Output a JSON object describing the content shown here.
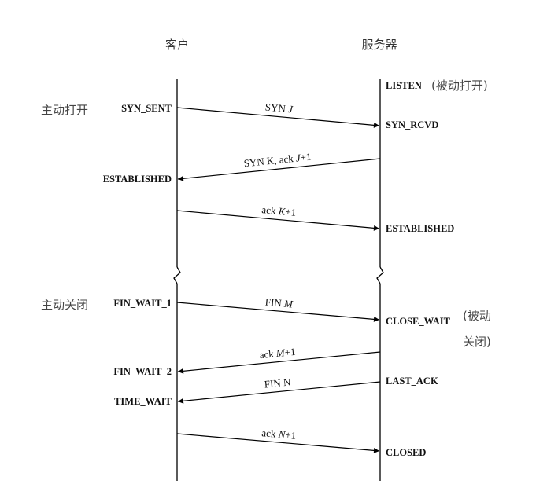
{
  "header": {
    "client": "客户",
    "server": "服务器"
  },
  "annotations": {
    "active_open": "主动打开",
    "active_close": "主动关闭",
    "passive_open": "(被动打开)",
    "passive_close_line1": "(被动",
    "passive_close_line2": "关闭)"
  },
  "client_states": {
    "syn_sent": "SYN_SENT",
    "established": "ESTABLISHED",
    "fin_wait_1": "FIN_WAIT_1",
    "fin_wait_2": "FIN_WAIT_2",
    "time_wait": "TIME_WAIT"
  },
  "server_states": {
    "listen": "LISTEN",
    "syn_rcvd": "SYN_RCVD",
    "established": "ESTABLISHED",
    "close_wait": "CLOSE_WAIT",
    "last_ack": "LAST_ACK",
    "closed": "CLOSED"
  },
  "messages": {
    "syn_j": {
      "prefix": "SYN ",
      "var": "J",
      "suffix": ""
    },
    "syn_k_ack": {
      "prefix": "SYN K, ack ",
      "var": "J",
      "suffix": "+1"
    },
    "ack_k": {
      "prefix": "ack ",
      "var": "K",
      "suffix": "+1"
    },
    "fin_m": {
      "prefix": "FIN ",
      "var": "M",
      "suffix": ""
    },
    "ack_m": {
      "prefix": "ack ",
      "var": "M",
      "suffix": "+1"
    },
    "fin_n": {
      "prefix": "FIN N",
      "var": "",
      "suffix": ""
    },
    "ack_n": {
      "prefix": "ack ",
      "var": "N",
      "suffix": "+1"
    }
  }
}
